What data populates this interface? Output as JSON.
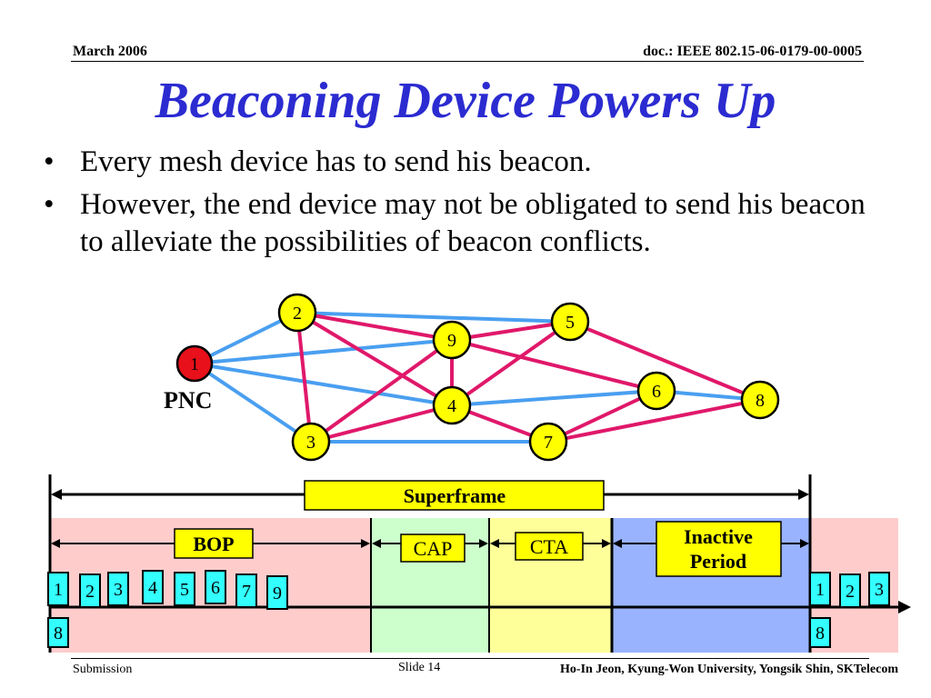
{
  "header": {
    "date": "March 2006",
    "doc": "doc.: IEEE 802.15-06-0179-00-0005"
  },
  "title": "Beaconing Device Powers Up",
  "bullets": [
    "Every mesh device has to send his beacon.",
    "However, the end device may not be obligated to send his beacon to alleviate the possibilities of beacon conflicts."
  ],
  "network": {
    "pnc_label": "PNC",
    "nodes": [
      "1",
      "2",
      "3",
      "4",
      "5",
      "6",
      "7",
      "8",
      "9"
    ],
    "pnc_node": "1",
    "blue_links": [
      [
        "1",
        "2"
      ],
      [
        "1",
        "9"
      ],
      [
        "1",
        "4"
      ],
      [
        "1",
        "3"
      ],
      [
        "2",
        "5"
      ],
      [
        "3",
        "7"
      ],
      [
        "4",
        "6"
      ],
      [
        "6",
        "8"
      ]
    ],
    "red_links": [
      [
        "2",
        "9"
      ],
      [
        "2",
        "4"
      ],
      [
        "2",
        "3"
      ],
      [
        "9",
        "5"
      ],
      [
        "9",
        "6"
      ],
      [
        "9",
        "4"
      ],
      [
        "9",
        "3"
      ],
      [
        "3",
        "4"
      ],
      [
        "4",
        "5"
      ],
      [
        "4",
        "7"
      ],
      [
        "5",
        "8"
      ],
      [
        "7",
        "6"
      ],
      [
        "7",
        "8"
      ]
    ],
    "colors": {
      "pnc": "#e8101a",
      "node": "#ffff00",
      "blue_link": "#4a9ff0",
      "red_link": "#e0186a"
    }
  },
  "timeline": {
    "superframe": "Superframe",
    "bop": "BOP",
    "cap": "CAP",
    "cta": "CTA",
    "inactive_line1": "Inactive",
    "inactive_line2": "Period",
    "beacons_first": [
      "1",
      "2",
      "3",
      "4",
      "5",
      "6",
      "7",
      "9"
    ],
    "beacons_second": [
      "1",
      "2",
      "3"
    ],
    "below_beacon": "8",
    "colors": {
      "bop": "#ffcccc",
      "cap": "#ccffcc",
      "cta": "#ffff99",
      "inactive": "#99b3ff",
      "beacon": "#33ffff",
      "label": "#ffff00"
    }
  },
  "footer": {
    "left": "Submission",
    "center": "Slide 14",
    "right": "Ho-In Jeon, Kyung-Won University, Yongsik Shin, SKTelecom"
  }
}
